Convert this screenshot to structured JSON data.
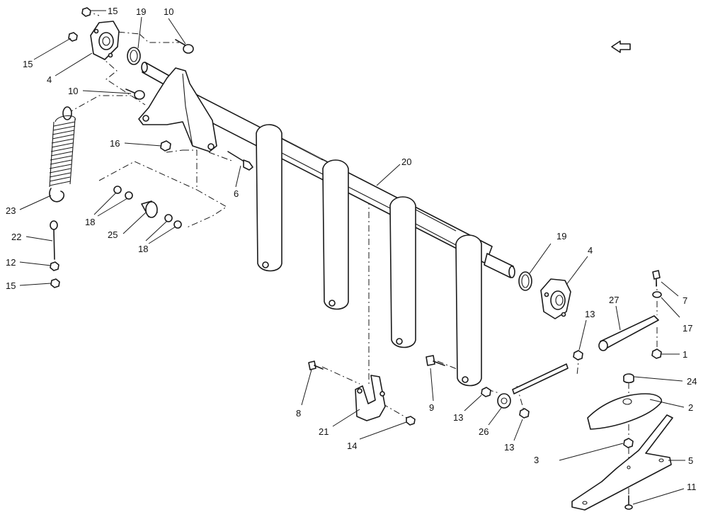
{
  "callouts": {
    "c1": "1",
    "c2": "2",
    "c3": "3",
    "c4a": "4",
    "c4b": "4",
    "c5": "5",
    "c6": "6",
    "c7": "7",
    "c8": "8",
    "c9": "9",
    "c10a": "10",
    "c10b": "10",
    "c11": "11",
    "c12": "12",
    "c13a": "13",
    "c13b": "13",
    "c13c": "13",
    "c14": "14",
    "c15a": "15",
    "c15b": "15",
    "c15c": "15",
    "c16": "16",
    "c17": "17",
    "c18a": "18",
    "c18b": "18",
    "c19a": "19",
    "c19b": "19",
    "c20": "20",
    "c21": "21",
    "c22": "22",
    "c23": "23",
    "c24": "24",
    "c25": "25",
    "c26": "26",
    "c27": "27"
  },
  "icons": {
    "orientation": "arrow-icon"
  }
}
